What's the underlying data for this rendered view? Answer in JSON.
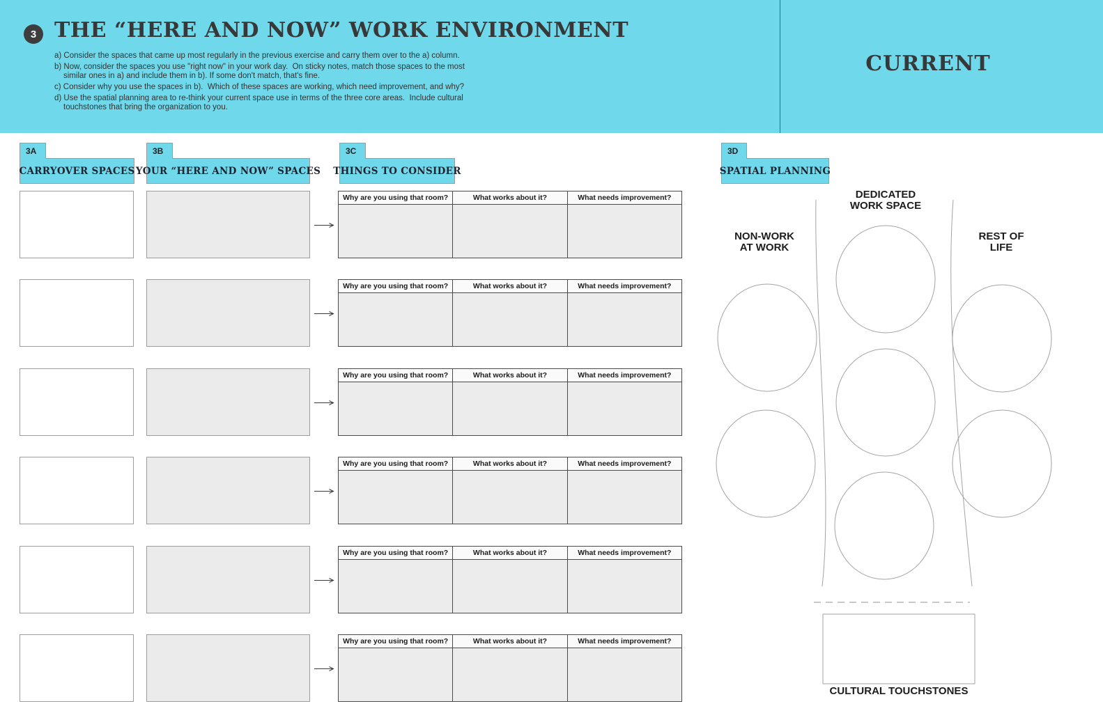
{
  "header": {
    "step_number": "3",
    "title": "THE “HERE AND NOW” WORK ENVIRONMENT",
    "mode_label": "CURRENT",
    "instructions": [
      "a) Consider the spaces that came up most regularly in the previous exercise and carry them over to the a) column.",
      "b) Now, consider the spaces you use \"right now\" in your work day.  On sticky notes, match those spaces to the most",
      "similar ones in a) and include them in b). If some don't match, that's fine.",
      "c) Consider why you use the spaces in b).  Which of these spaces are working, which need improvement, and why?",
      "d) Use the spatial planning area to re-think your current space use in terms of the three core areas.  Include cultural",
      "touchstones that bring the organization to you."
    ]
  },
  "sections": {
    "carryover": {
      "tab": "3A",
      "title": "CARRYOVER SPACES"
    },
    "here_now": {
      "tab": "3B",
      "title": "YOUR “HERE AND NOW” SPACES"
    },
    "consider": {
      "tab": "3C",
      "title": "THINGS TO CONSIDER",
      "table_headers": [
        "Why are you using that room?",
        "What works about it?",
        "What needs improvement?"
      ]
    },
    "spatial": {
      "tab": "3D",
      "title": "SPATIAL PLANNING",
      "zones": {
        "dedicated": [
          "DEDICATED",
          "WORK SPACE"
        ],
        "non_work": [
          "NON-WORK",
          "AT WORK"
        ],
        "rest_of_life": [
          "REST OF",
          "LIFE"
        ],
        "cultural": "CULTURAL TOUCHSTONES"
      }
    }
  },
  "row_count": 6,
  "colors": {
    "accent_cyan": "#6FD8EA",
    "band_divider": "#35707F",
    "box_gray": "#ECECEC",
    "border_light": "#9C9C9C",
    "border_dark": "#4A4A4A",
    "text_dark": "#383838"
  }
}
